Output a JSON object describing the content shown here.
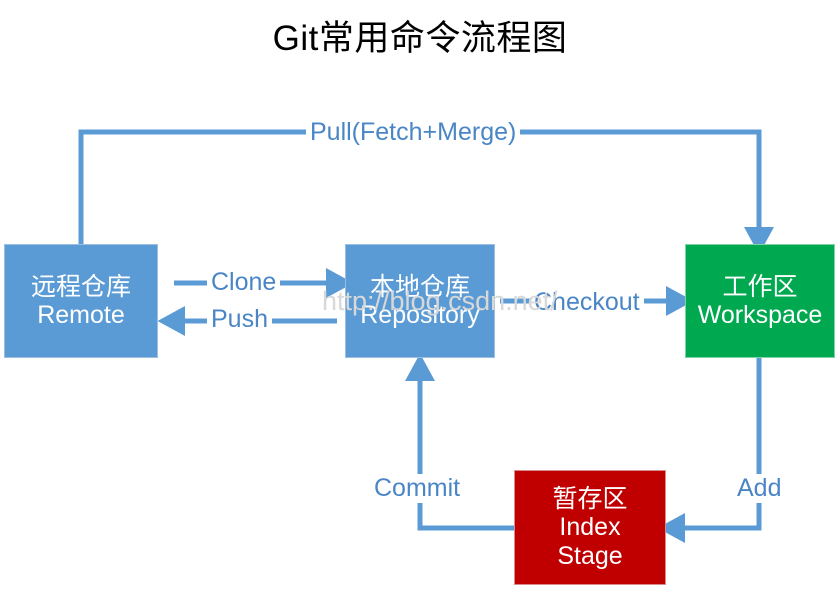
{
  "title": "Git常用命令流程图",
  "watermark": "http://blog.csdn.net/",
  "colors": {
    "blue": "#5B9BD5",
    "green": "#00A94F",
    "red": "#C00000",
    "arrow": "#5B9BD5",
    "label_text": "#4A86C5",
    "title_text": "#000000",
    "background": "#FFFFFF"
  },
  "nodes": [
    {
      "id": "remote",
      "cn": "远程仓库",
      "en": "Remote",
      "color": "#5B9BD5"
    },
    {
      "id": "repository",
      "cn": "本地仓库",
      "en": "Repository",
      "color": "#5B9BD5"
    },
    {
      "id": "workspace",
      "cn": "工作区",
      "en": "Workspace",
      "color": "#00A94F"
    },
    {
      "id": "index",
      "cn": "暂存区",
      "en": "Index",
      "en2": "Stage",
      "color": "#C00000"
    }
  ],
  "edges": [
    {
      "id": "pull",
      "label": "Pull(Fetch+Merge)",
      "from": "remote",
      "to": "workspace"
    },
    {
      "id": "clone",
      "label": "Clone",
      "from": "remote",
      "to": "repository"
    },
    {
      "id": "push",
      "label": "Push",
      "from": "repository",
      "to": "remote"
    },
    {
      "id": "checkout",
      "label": "Checkout",
      "from": "repository",
      "to": "workspace"
    },
    {
      "id": "commit",
      "label": "Commit",
      "from": "index",
      "to": "repository"
    },
    {
      "id": "add",
      "label": "Add",
      "from": "workspace",
      "to": "index"
    }
  ]
}
